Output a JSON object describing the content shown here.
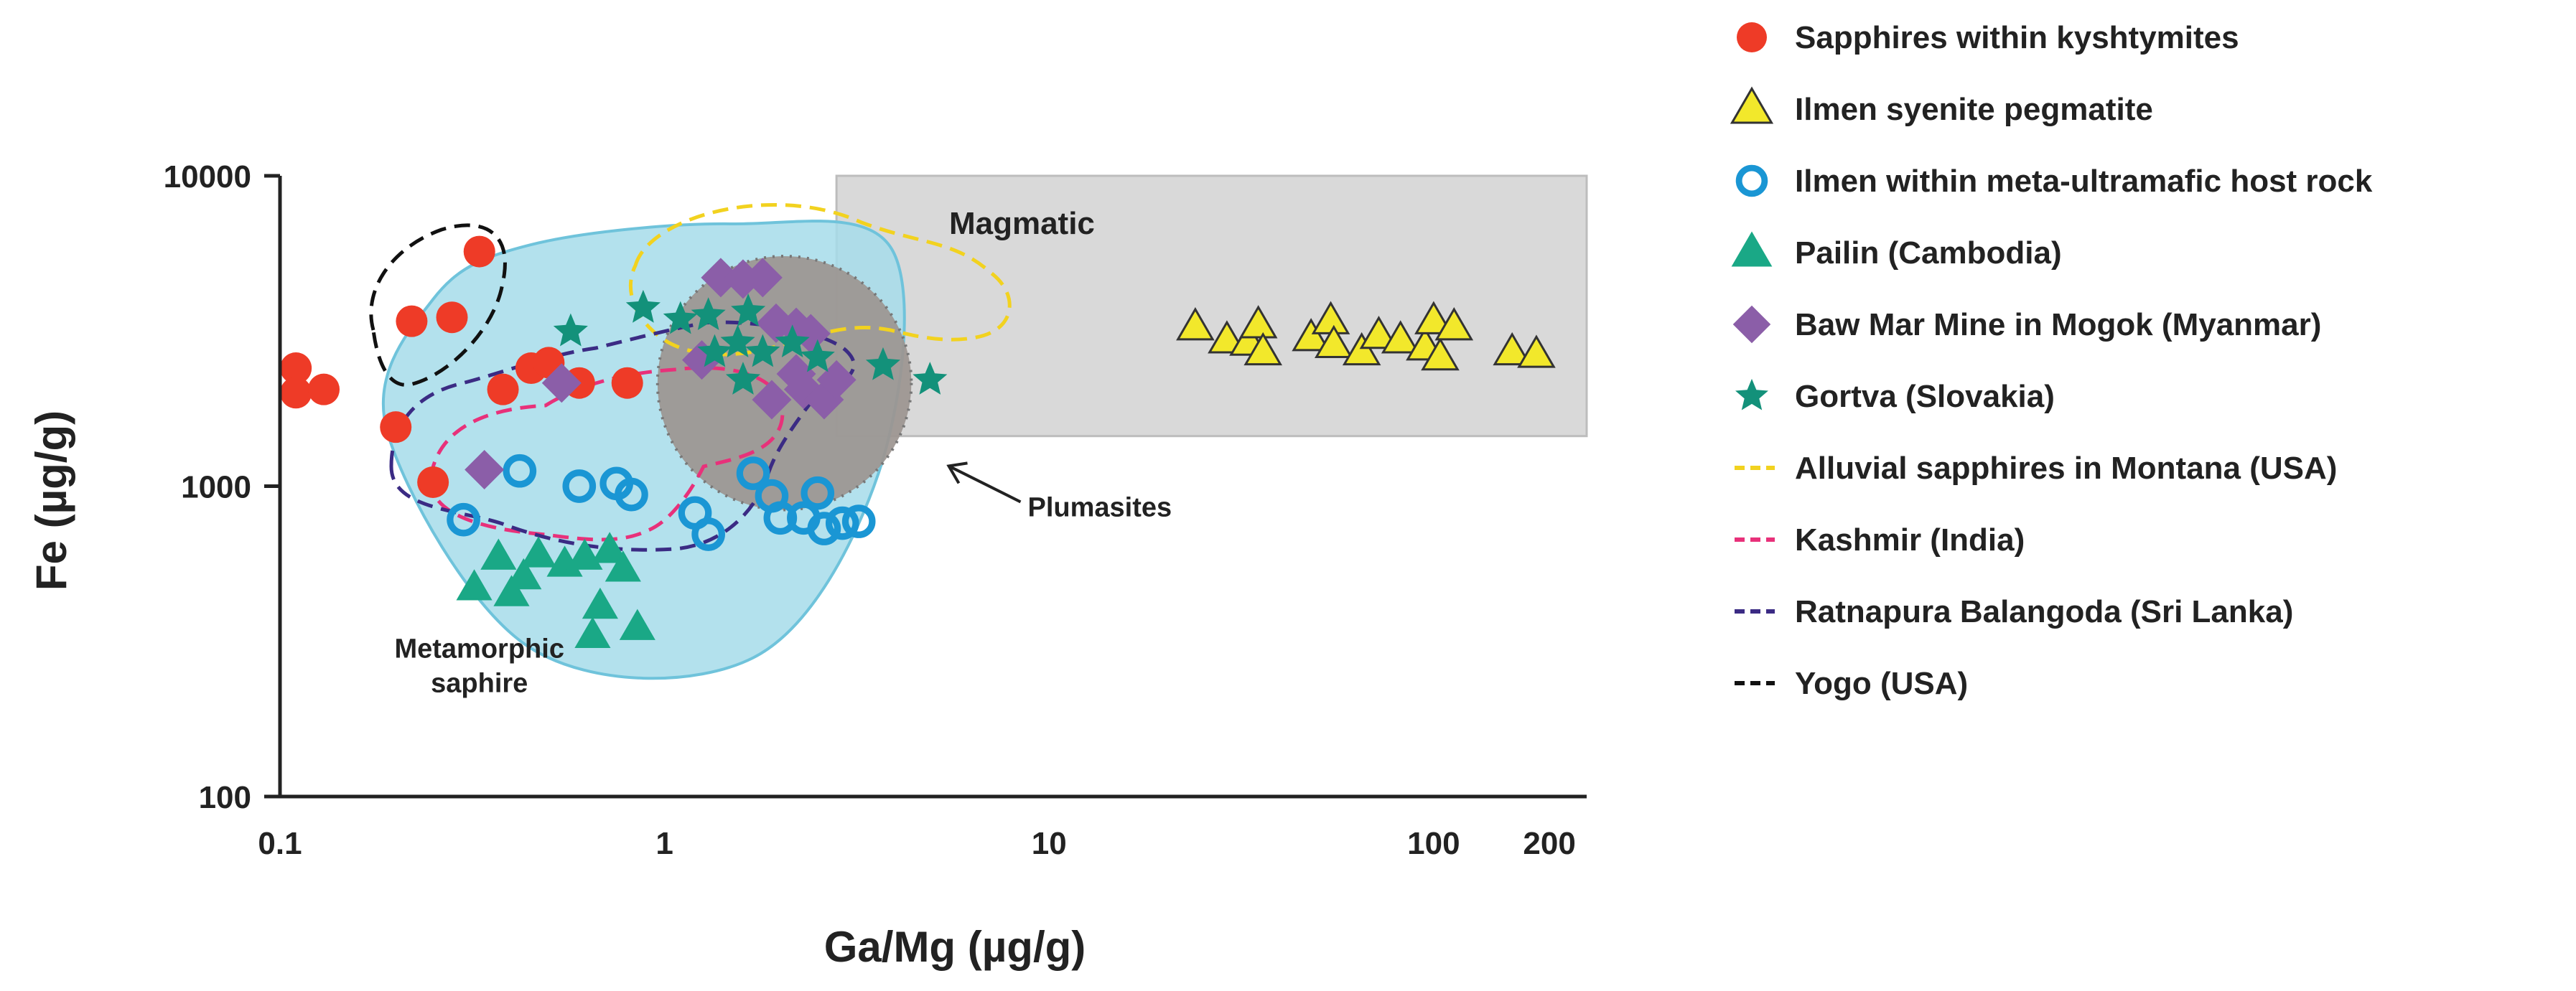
{
  "chart_data": {
    "type": "scatter",
    "x_scale": "log",
    "y_scale": "log",
    "xlim": [
      0.1,
      250
    ],
    "ylim": [
      100,
      10000
    ],
    "grid": false,
    "legend_position": "right",
    "xlabel": "Ga/Mg (µg/g)",
    "ylabel": "Fe (µg/g)",
    "x_ticks": [
      {
        "value": 0.1,
        "label": "0.1"
      },
      {
        "value": 1,
        "label": "1"
      },
      {
        "value": 10,
        "label": "10"
      },
      {
        "value": 100,
        "label": "100"
      },
      {
        "value": 200,
        "label": "200"
      }
    ],
    "y_ticks": [
      {
        "value": 100,
        "label": "100"
      },
      {
        "value": 1000,
        "label": "1000"
      },
      {
        "value": 10000,
        "label": "10000"
      }
    ],
    "regions": [
      {
        "label": "Magmatic",
        "kind": "rect",
        "x": [
          2.8,
          250
        ],
        "y": [
          1450,
          10000
        ],
        "color": "#d9d9d9"
      },
      {
        "label": "Metamorphic saphire",
        "kind": "ellipse",
        "color": "#a6dcea",
        "center": [
          0.9,
          1700
        ],
        "points": [
          [
            0.19,
            1500
          ],
          [
            0.45,
            300
          ],
          [
            1.7,
            280
          ],
          [
            3.6,
            1100
          ],
          [
            3.9,
            5800
          ],
          [
            1.5,
            7000
          ],
          [
            0.45,
            6000
          ],
          [
            0.25,
            4000
          ]
        ]
      },
      {
        "label": "Plumasites",
        "kind": "circle",
        "color": "#9c9590",
        "center": [
          2.05,
          2150
        ],
        "radius_x": [
          1.05,
          4.8
        ]
      }
    ],
    "annotations": [
      {
        "text": "Magmatic",
        "x": 8.5,
        "y": 6500
      },
      {
        "text": "Metamorphic saphire",
        "x": 0.33,
        "y": 280
      },
      {
        "text": "Plumasites",
        "x": 8.8,
        "y": 800
      }
    ],
    "series": [
      {
        "name": "Sapphires within kyshtymites",
        "marker": "circle",
        "color": "#ee3b27",
        "points": [
          [
            0.11,
            2400
          ],
          [
            0.11,
            2000
          ],
          [
            0.13,
            2050
          ],
          [
            0.2,
            1550
          ],
          [
            0.22,
            3400
          ],
          [
            0.28,
            3500
          ],
          [
            0.33,
            5700
          ],
          [
            0.25,
            1030
          ],
          [
            0.38,
            2050
          ],
          [
            0.45,
            2400
          ],
          [
            0.5,
            2500
          ],
          [
            0.6,
            2150
          ],
          [
            0.8,
            2150
          ]
        ]
      },
      {
        "name": "Ilmen syenite pegmatite",
        "marker": "triangle",
        "color": "#f2e82b",
        "points": [
          [
            24,
            3250
          ],
          [
            29,
            2950
          ],
          [
            33,
            2900
          ],
          [
            35,
            3300
          ],
          [
            36,
            2700
          ],
          [
            48,
            3000
          ],
          [
            54,
            3400
          ],
          [
            55,
            2850
          ],
          [
            65,
            2700
          ],
          [
            72,
            3050
          ],
          [
            82,
            2950
          ],
          [
            95,
            2800
          ],
          [
            100,
            3400
          ],
          [
            104,
            2600
          ],
          [
            113,
            3250
          ],
          [
            160,
            2700
          ],
          [
            185,
            2650
          ]
        ]
      },
      {
        "name": "Ilmen within meta-ultramafic host rock",
        "marker": "ring",
        "color": "#1a96d4",
        "points": [
          [
            0.3,
            780
          ],
          [
            0.42,
            1120
          ],
          [
            0.6,
            1000
          ],
          [
            0.75,
            1020
          ],
          [
            0.82,
            940
          ],
          [
            1.2,
            820
          ],
          [
            1.3,
            700
          ],
          [
            1.7,
            1100
          ],
          [
            1.9,
            930
          ],
          [
            2.0,
            790
          ],
          [
            2.3,
            790
          ],
          [
            2.5,
            950
          ],
          [
            2.6,
            730
          ],
          [
            2.9,
            760
          ],
          [
            3.2,
            770
          ]
        ]
      },
      {
        "name": "Pailin (Cambodia)",
        "marker": "triangle",
        "color": "#1aa886",
        "points": [
          [
            0.32,
            470
          ],
          [
            0.37,
            590
          ],
          [
            0.4,
            450
          ],
          [
            0.43,
            510
          ],
          [
            0.47,
            600
          ],
          [
            0.55,
            560
          ],
          [
            0.62,
            590
          ],
          [
            0.65,
            330
          ],
          [
            0.68,
            410
          ],
          [
            0.72,
            620
          ],
          [
            0.78,
            540
          ],
          [
            0.85,
            350
          ]
        ]
      },
      {
        "name": "Baw Mar Mine in Mogok (Myanmar)",
        "marker": "diamond",
        "color": "#8b5ea8",
        "points": [
          [
            0.34,
            1130
          ],
          [
            0.54,
            2150
          ],
          [
            1.25,
            2550
          ],
          [
            1.4,
            4700
          ],
          [
            1.6,
            4650
          ],
          [
            1.8,
            4700
          ],
          [
            1.95,
            3350
          ],
          [
            2.2,
            3250
          ],
          [
            2.4,
            3100
          ],
          [
            1.9,
            1900
          ],
          [
            2.3,
            2050
          ],
          [
            2.6,
            1900
          ],
          [
            2.8,
            2200
          ],
          [
            2.2,
            2300
          ]
        ]
      },
      {
        "name": "Gortva (Slovakia)",
        "marker": "star",
        "color": "#13917a",
        "points": [
          [
            0.57,
            3150
          ],
          [
            0.88,
            3750
          ],
          [
            1.1,
            3450
          ],
          [
            1.3,
            3550
          ],
          [
            1.65,
            3650
          ],
          [
            1.35,
            2700
          ],
          [
            1.55,
            2900
          ],
          [
            1.8,
            2700
          ],
          [
            2.15,
            2900
          ],
          [
            2.5,
            2600
          ],
          [
            1.6,
            2200
          ],
          [
            3.7,
            2450
          ],
          [
            4.9,
            2200
          ]
        ]
      }
    ],
    "outlines": [
      {
        "name": "Alluvial sapphires in Montana (USA)",
        "color": "#f2d21f",
        "dash": "dashed"
      },
      {
        "name": "Kashmir (India)",
        "color": "#e8317a",
        "dash": "dashed"
      },
      {
        "name": "Ratnapura Balangoda (Sri Lanka)",
        "color": "#3b2b84",
        "dash": "dashed"
      },
      {
        "name": "Yogo  (USA)",
        "color": "#111111",
        "dash": "dashed"
      }
    ]
  }
}
